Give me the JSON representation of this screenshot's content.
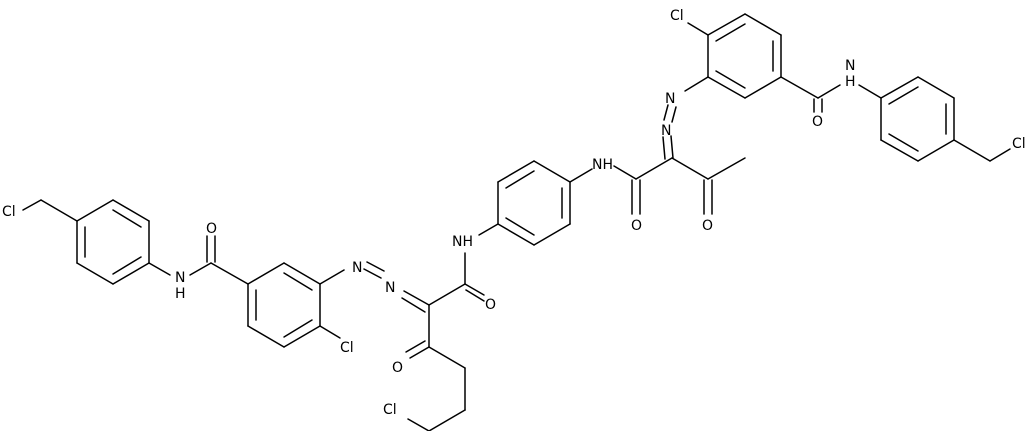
{
  "molecule": {
    "labels": {
      "cl_top": "Cl",
      "n_azo_top_1": "N",
      "n_azo_top_2": "N",
      "nh_amide_top_right": "N",
      "h_amide_top_right": "H",
      "o_amide_top_right": "O",
      "cl_chloromethyl_top_right": "Cl",
      "nh_central_right": "NH",
      "o_central_right_amide": "O",
      "o_acetyl": "O",
      "nh_central_left": "NH",
      "o_central_left_amide": "O",
      "n_azo_left_1": "N",
      "n_azo_left_2": "N",
      "o_keto_left": "O",
      "cl_chain_bottom": "Cl",
      "cl_ring_left": "Cl",
      "o_amide_left": "O",
      "nh_amide_left": "N",
      "h_amide_left": "H",
      "cl_chloromethyl_left": "Cl"
    }
  }
}
